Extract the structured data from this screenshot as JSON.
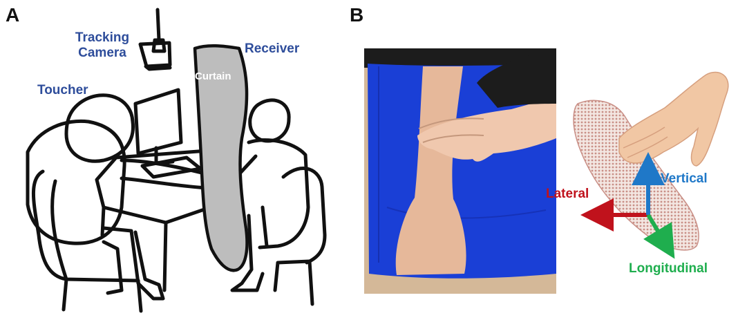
{
  "panels": {
    "a": {
      "letter": "A",
      "labels": {
        "tracking_camera": "Tracking\nCamera",
        "receiver": "Receiver",
        "toucher": "Toucher",
        "curtain": "Curtain"
      }
    },
    "b": {
      "letter": "B",
      "axes": {
        "vertical": "Vertical",
        "lateral": "Lateral",
        "longitudinal": "Longitudinal"
      }
    }
  },
  "colors": {
    "label_blue": "#2e4d9b",
    "curtain_gray": "#bdbdbd",
    "lateral_red": "#c0121c",
    "vertical_blue": "#1f78c8",
    "longitudinal_green": "#1fae4e",
    "sheet_blue": "#1a3fd6",
    "skin": "#e6b89a"
  }
}
